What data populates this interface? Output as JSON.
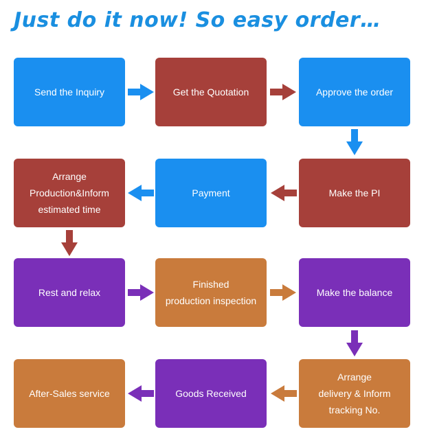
{
  "title": "Just do it now! So easy order…",
  "colors": {
    "title": "#1a8fe0",
    "blue": "#1a8ff0",
    "red": "#a6403a",
    "purple": "#7a2fb8",
    "orange": "#c97b3c"
  },
  "steps": [
    {
      "label": "Send the Inquiry",
      "color": "blue"
    },
    {
      "label": "Get the Quotation",
      "color": "red"
    },
    {
      "label": "Approve the order",
      "color": "blue"
    },
    {
      "label": "Make the PI",
      "color": "red"
    },
    {
      "label": "Payment",
      "color": "blue"
    },
    {
      "label": "Arrange\nProduction&Inform\nestimated time",
      "color": "red"
    },
    {
      "label": "Rest and relax",
      "color": "purple"
    },
    {
      "label": "Finished\nproduction inspection",
      "color": "orange"
    },
    {
      "label": "Make the balance",
      "color": "purple"
    },
    {
      "label": "Arrange\ndelivery & Inform\ntracking No.",
      "color": "orange"
    },
    {
      "label": "Goods Received",
      "color": "purple"
    },
    {
      "label": "After-Sales service",
      "color": "orange"
    }
  ],
  "arrows": [
    {
      "direction": "right",
      "color": "blue"
    },
    {
      "direction": "right",
      "color": "red"
    },
    {
      "direction": "down",
      "color": "blue"
    },
    {
      "direction": "left",
      "color": "red"
    },
    {
      "direction": "left",
      "color": "blue"
    },
    {
      "direction": "down",
      "color": "red"
    },
    {
      "direction": "right",
      "color": "purple"
    },
    {
      "direction": "right",
      "color": "orange"
    },
    {
      "direction": "down",
      "color": "purple"
    },
    {
      "direction": "left",
      "color": "orange"
    },
    {
      "direction": "left",
      "color": "purple"
    }
  ]
}
